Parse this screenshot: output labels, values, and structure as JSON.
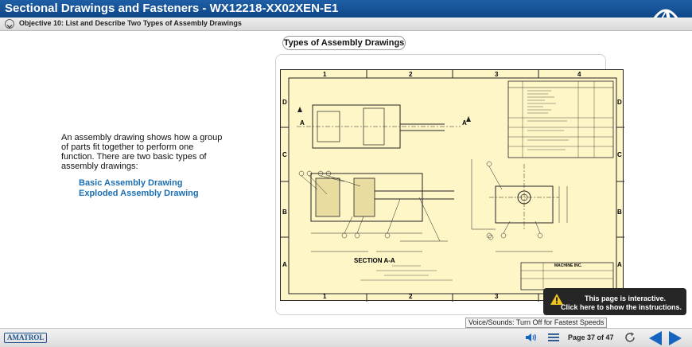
{
  "header": {
    "title": "Sectional Drawings and Fasteners - WX12218-XX02XEN-E1",
    "objective": "Objective 10: List and Describe Two Types of Assembly Drawings"
  },
  "content": {
    "intro": "An assembly drawing shows how a group of parts fit together to perform one function. There are two basic types of assembly drawings:",
    "links": [
      "Basic Assembly Drawing",
      "Exploded Assembly Drawing"
    ],
    "panel_title": "Types of Assembly Drawings"
  },
  "drawing": {
    "col_numbers": [
      "1",
      "2",
      "3",
      "4"
    ],
    "row_letters": [
      "D",
      "C",
      "B",
      "A"
    ],
    "section_label": "SECTION A-A",
    "section_markers": [
      "A",
      "A"
    ],
    "title_block": "MACHINE INC."
  },
  "notice": {
    "line1": "This page is interactive.",
    "line2": "Click here to show the instructions."
  },
  "voice": "Voice/Sounds: Turn Off for Fastest Speeds",
  "footer": {
    "brand": "AMATROL",
    "page": "Page 37 of 47"
  },
  "colors": {
    "header_blue": "#0d4688",
    "link_blue": "#1b6fb2",
    "paper": "#fff6c8",
    "nav_blue": "#1565c0"
  },
  "icons": [
    "chevron-down-icon",
    "warning-icon",
    "speaker-icon",
    "menu-icon",
    "refresh-icon",
    "prev-arrow-icon",
    "next-arrow-icon"
  ]
}
